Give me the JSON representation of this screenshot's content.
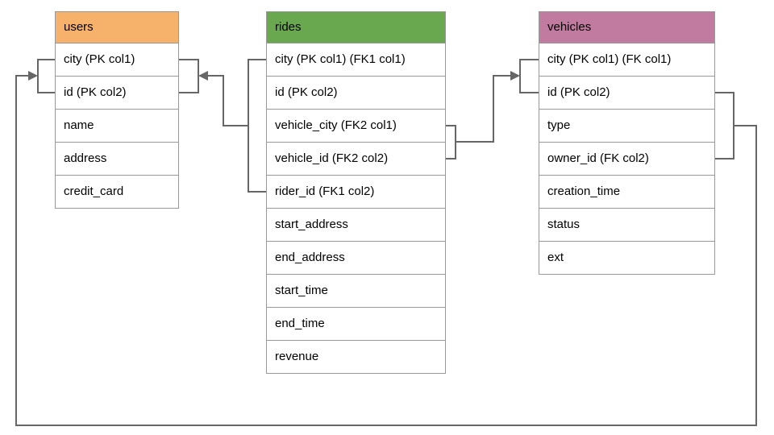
{
  "diagram": {
    "type": "entity-relationship-schema",
    "subject": "ride-sharing database schema"
  },
  "colors": {
    "users_header": "#F6B26B",
    "rides_header": "#6AA84F",
    "vehicles_header": "#C27BA0",
    "line": "#666666",
    "cell_border": "#999999",
    "text": "#000000"
  },
  "tables": {
    "users": {
      "title": "users",
      "fields": [
        "city (PK col1)",
        "id (PK col2)",
        "name",
        "address",
        "credit_card"
      ]
    },
    "rides": {
      "title": "rides",
      "fields": [
        "city (PK col1) (FK1 col1)",
        "id (PK col2)",
        "vehicle_city (FK2 col1)",
        "vehicle_id (FK2 col2)",
        "rider_id (FK1 col2)",
        "start_address",
        "end_address",
        "start_time",
        "end_time",
        "revenue"
      ]
    },
    "vehicles": {
      "title": "vehicles",
      "fields": [
        "city (PK col1) (FK col1)",
        "id (PK col2)",
        "type",
        "owner_id (FK col2)",
        "creation_time",
        "status",
        "ext"
      ]
    }
  },
  "relationships": [
    {
      "from": "rides (city, rider_id) FK1",
      "to": "users (city, id)"
    },
    {
      "from": "rides (vehicle_city, vehicle_id) FK2",
      "to": "vehicles (city, id)"
    },
    {
      "from": "vehicles (id, owner_id) FK",
      "to": "users (city, id)"
    }
  ]
}
